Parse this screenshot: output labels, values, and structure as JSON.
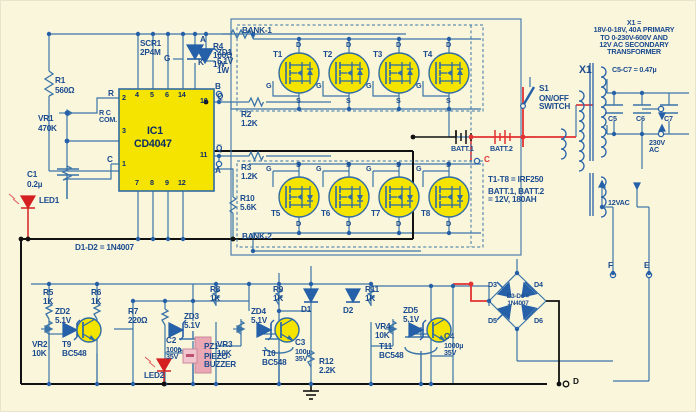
{
  "diagram": {
    "title": "Inverter circuit schematic",
    "background_color": "#faf6dc",
    "wire_color": "#3a74a8",
    "black_wire_color": "#111111",
    "red_wire_color": "#e23232",
    "device_fill": "#f5e400",
    "device_stroke": "#2f6ba5",
    "ic_fill": "#f5e400",
    "buzzer_fill": "#e9a8b4"
  },
  "left_section": {
    "r1": {
      "ref": "R1",
      "value": "560Ω"
    },
    "vr1": {
      "ref": "VR1",
      "value": "470K"
    },
    "rc_com": "R C\nCOM.",
    "r_pin_label": "R",
    "c_pin_label": "C",
    "c1": {
      "ref": "C1",
      "value": "0.2µ"
    },
    "led1": "LED1",
    "ic1": {
      "ref": "IC1",
      "part": "CD4047",
      "pins_top": [
        "4",
        "5",
        "6",
        "14"
      ],
      "pins_bottom": [
        "7",
        "8",
        "9",
        "12"
      ],
      "pin_left_top": "2",
      "pin_left_mid": "3",
      "pin_left_bottom": "1",
      "pin_right_q": "10",
      "pin_right_qbar": "11",
      "q_label": "Q",
      "qbar_label": "Q̅"
    },
    "r10": {
      "ref": "R10",
      "value": "5.6K"
    },
    "r2": {
      "ref": "R2",
      "value": "1.2K"
    },
    "r3": {
      "ref": "R3",
      "value": "1.2K"
    },
    "node_b": "B",
    "node_a": "A",
    "diode_note": "D1-D2 = 1N4007"
  },
  "top_section": {
    "scr1": {
      "ref": "SCR1",
      "part": "2P4M",
      "anode": "A",
      "cathode": "K",
      "gate": "G"
    },
    "r4": {
      "ref": "R4",
      "value": "100Ω",
      "power": "1W"
    },
    "zd1": {
      "ref": "ZD1",
      "value": "5.1V",
      "power": "1W"
    }
  },
  "mosfet_banks": {
    "bank1_label": "BANK-1",
    "bank2_label": "BANK-2",
    "bank1": [
      {
        "ref": "T1",
        "d": "D",
        "g": "G",
        "s": "S"
      },
      {
        "ref": "T2",
        "d": "D",
        "g": "G",
        "s": "S"
      },
      {
        "ref": "T3",
        "d": "D",
        "g": "G",
        "s": "S"
      },
      {
        "ref": "T4",
        "d": "D",
        "g": "G",
        "s": "S"
      }
    ],
    "bank2": [
      {
        "ref": "T5",
        "d": "D",
        "g": "G",
        "s": "S"
      },
      {
        "ref": "T6",
        "d": "D",
        "g": "G",
        "s": "S"
      },
      {
        "ref": "T7",
        "d": "D",
        "g": "G",
        "s": "S"
      },
      {
        "ref": "T8",
        "d": "D",
        "g": "G",
        "s": "S"
      }
    ],
    "mosfet_note": "T1-T8 = IRF250",
    "battery_note": "BATT.1, BATT.2\n= 12V, 180AH"
  },
  "power_section": {
    "s1": {
      "ref": "S1",
      "label": "ON/OFF\nSWITCH"
    },
    "batt1": "BATT.1",
    "batt2": "BATT.2",
    "node_c": "C"
  },
  "transformer_section": {
    "x1_ref": "X1",
    "x1_note": "X1 =\n18V-0-18V, 40A PRIMARY\nTO 0-230V-600V AND\n12V AC SECONDARY\nTRANSFORMER",
    "caps_note": "C5-C7 = 0.47µ",
    "caps": [
      "C5",
      "C6",
      "C7"
    ],
    "output_230v": "230V\nAC",
    "secondary_12v": "12VAC",
    "node_f": "F",
    "node_e": "E"
  },
  "bottom_section": {
    "r5": {
      "ref": "R5",
      "value": "1K"
    },
    "r6": {
      "ref": "R6",
      "value": "1K"
    },
    "r7": {
      "ref": "R7",
      "value": "220Ω"
    },
    "r8": {
      "ref": "R8",
      "value": "1K"
    },
    "r9": {
      "ref": "R9",
      "value": "1K"
    },
    "r11": {
      "ref": "R11",
      "value": "1K"
    },
    "r12": {
      "ref": "R12",
      "value": "2.2K"
    },
    "vr2": {
      "ref": "VR2",
      "value": "10K"
    },
    "vr3": {
      "ref": "VR3",
      "value": "10K"
    },
    "vr4": {
      "ref": "VR4",
      "value": "10K"
    },
    "zd2": {
      "ref": "ZD2",
      "value": "5.1V"
    },
    "zd3": {
      "ref": "ZD3",
      "value": "5.1V"
    },
    "zd4": {
      "ref": "ZD4",
      "value": "5.1V"
    },
    "zd5": {
      "ref": "ZD5",
      "value": "5.1V"
    },
    "t9": {
      "ref": "T9",
      "part": "BC548"
    },
    "t10": {
      "ref": "T10",
      "part": "BC548"
    },
    "t11": {
      "ref": "T11",
      "part": "BC548"
    },
    "c2": {
      "ref": "C2",
      "value": "100µ\n35V"
    },
    "c3": {
      "ref": "C3",
      "value": "100µ\n35V"
    },
    "c4": {
      "ref": "C4",
      "value": "1000µ\n35V"
    },
    "led2": "LED2",
    "pz1": {
      "ref": "PZ1",
      "label": "PIEZO-\nBUZZER"
    },
    "d1": "D1",
    "d2": "D2",
    "bridge": {
      "d3": "D3",
      "d4": "D4",
      "d5": "D5",
      "d6": "D6",
      "note": "D3-D6 =\n1N4007"
    },
    "node_d": "D"
  }
}
